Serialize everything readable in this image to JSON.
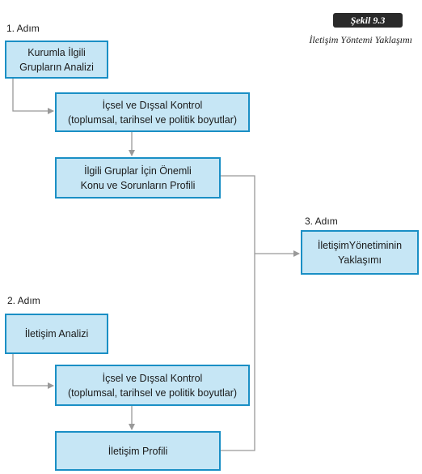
{
  "figure": {
    "badge": "Şekil 9.3",
    "caption": "İletişim Yöntemi Yaklaşımı"
  },
  "steps": {
    "step1": "1. Adım",
    "step2": "2. Adım",
    "step3": "3. Adım"
  },
  "boxes": {
    "kurumla": [
      "Kurumla İlgili",
      "Grupların Analizi"
    ],
    "icsel1": [
      "İçsel ve Dışsal Kontrol",
      "(toplumsal, tarihsel ve politik boyutlar)"
    ],
    "ilgili": [
      "İlgili Gruplar İçin Önemli",
      "Konu ve Sorunların Profili"
    ],
    "iletisim_analizi": [
      "İletişim Analizi"
    ],
    "icsel2": [
      "İçsel ve Dışsal Kontrol",
      "(toplumsal, tarihsel ve politik boyutlar)"
    ],
    "iletisim_profili": [
      "İletişim Profili"
    ],
    "yaklasim": [
      "İletişimYönetiminin",
      "Yaklaşımı"
    ]
  },
  "colors": {
    "box_fill": "#c6e6f5",
    "box_border": "#1a8fc5",
    "connector": "#999999",
    "badge_bg": "#2a2a2a"
  }
}
